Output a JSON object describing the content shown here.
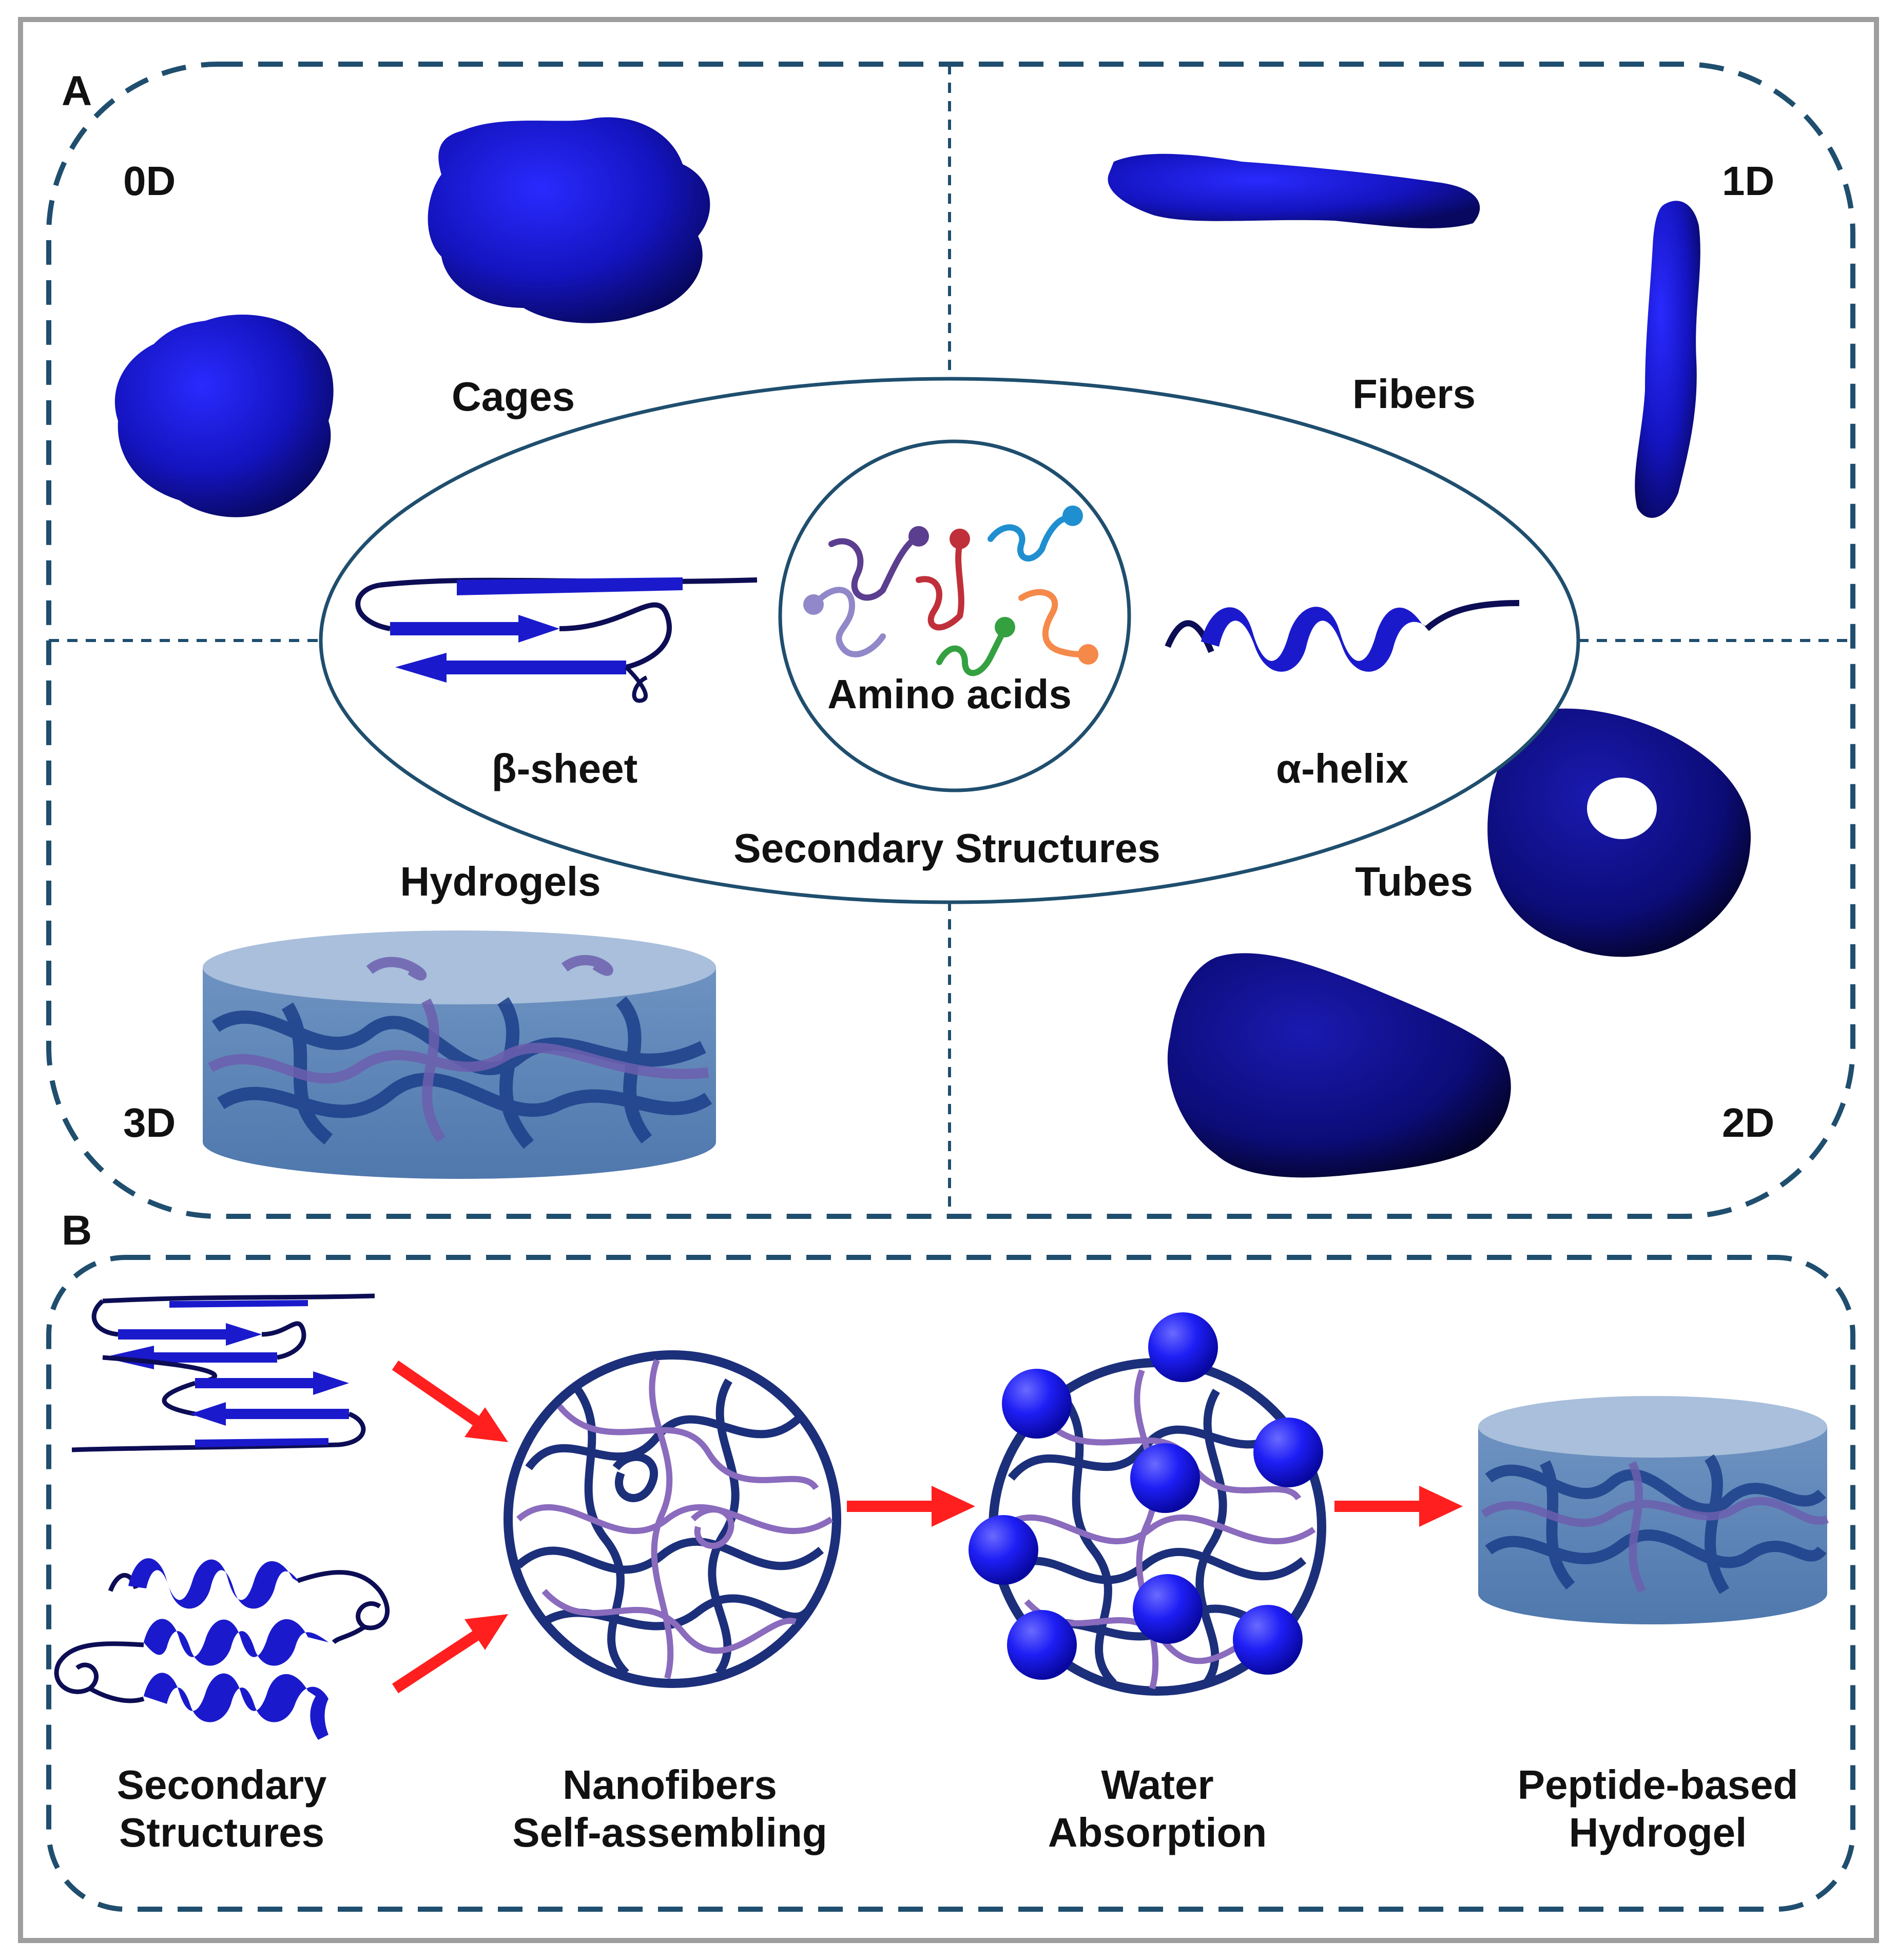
{
  "panel_a": {
    "letter": "A",
    "quadrants": {
      "top_left": {
        "dimension": "0D",
        "label": "Cages"
      },
      "top_right": {
        "dimension": "1D",
        "label": "Fibers"
      },
      "bottom_left": {
        "dimension": "3D",
        "label": "Hydrogels"
      },
      "bottom_right": {
        "dimension": "2D",
        "label": "Tubes"
      }
    },
    "center": {
      "title": "Secondary Structures",
      "left_label": "β-sheet",
      "right_label": "α-helix",
      "inner_label": "Amino acids"
    }
  },
  "panel_b": {
    "letter": "B",
    "steps": [
      {
        "line1": "Secondary",
        "line2": "Structures"
      },
      {
        "line1": "Nanofibers",
        "line2": "Self-assembling"
      },
      {
        "line1": "Water",
        "line2": "Absorption"
      },
      {
        "line1": "Peptide-based",
        "line2": "Hydrogel"
      }
    ]
  },
  "colors": {
    "frame": "#9e9e9e",
    "dashed_border": "#1f4e6e",
    "protein_blue": "#1a1acc",
    "dark_navy": "#0d1f6e",
    "arrow_red": "#ff1f1f",
    "gel_fill": "#5a86b8"
  },
  "amino_acid_colors": [
    "#5b3e8f",
    "#c0303a",
    "#1f8fd0",
    "#9088c8",
    "#34a040",
    "#f5894a"
  ]
}
